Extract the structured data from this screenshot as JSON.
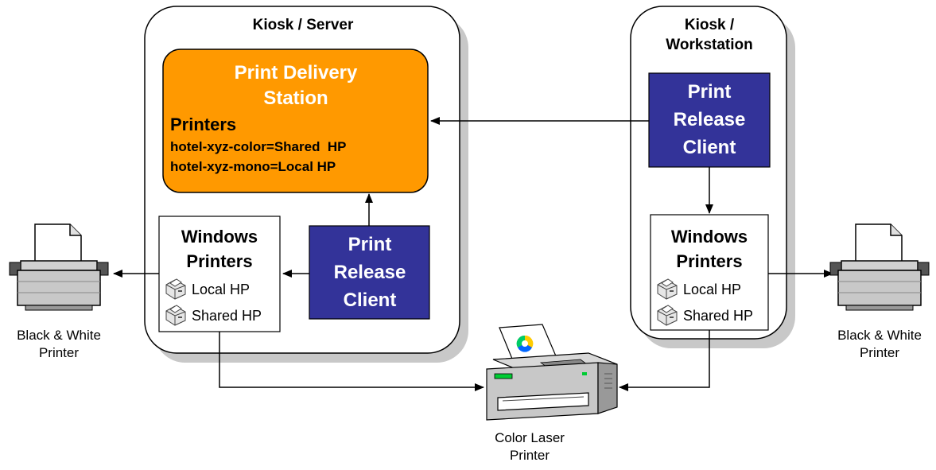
{
  "kiosk_server": {
    "title": "Kiosk / Server",
    "pds": {
      "title_line1": "Print Delivery",
      "title_line2": "Station",
      "printers_heading": "Printers",
      "mapping1": "hotel-xyz-color=Shared  HP",
      "mapping2": "hotel-xyz-mono=Local HP"
    },
    "windows_printers": {
      "heading_line1": "Windows",
      "heading_line2": "Printers",
      "items": [
        "Local HP",
        "Shared HP"
      ]
    },
    "client": {
      "line1": "Print",
      "line2": "Release",
      "line3": "Client"
    }
  },
  "kiosk_workstation": {
    "title_line1": "Kiosk /",
    "title_line2": "Workstation",
    "client": {
      "line1": "Print",
      "line2": "Release",
      "line3": "Client"
    },
    "windows_printers": {
      "heading_line1": "Windows",
      "heading_line2": "Printers",
      "items": [
        "Local HP",
        "Shared HP"
      ]
    }
  },
  "printers": {
    "left": {
      "line1": "Black & White",
      "line2": "Printer"
    },
    "right": {
      "line1": "Black & White",
      "line2": "Printer"
    },
    "color": {
      "line1": "Color Laser",
      "line2": "Printer"
    }
  },
  "colors": {
    "pds_orange": "#FF9900",
    "client_blue": "#333399",
    "kiosk_shadow": "#c8c8c8"
  },
  "icons": [
    "printer-icon",
    "color-laser-printer-icon",
    "small-printer-icon"
  ]
}
